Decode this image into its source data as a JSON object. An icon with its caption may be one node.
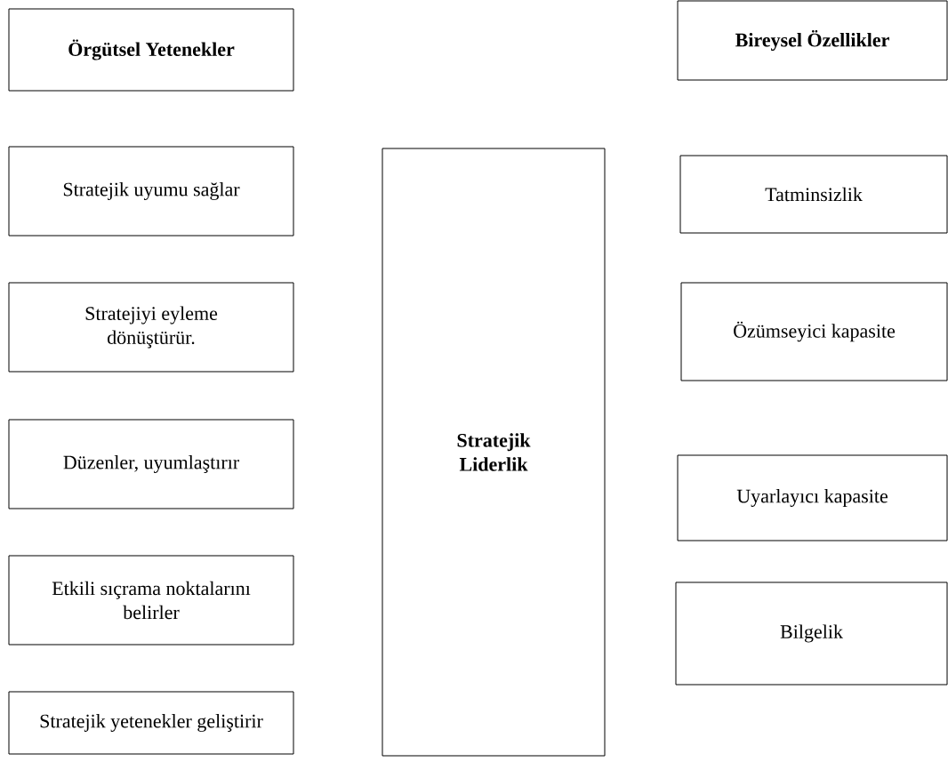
{
  "diagram": {
    "nodes": [
      {
        "text": [
          "Örgütsel Yetenekler"
        ]
      },
      {
        "text": [
          "Stratejik uyumu sağlar"
        ]
      },
      {
        "text": [
          "Stratejiyi eyleme dönüştürür."
        ]
      },
      {
        "text": [
          "Düzenler, uyumlaştırır"
        ]
      },
      {
        "text": [
          "Etkili sıçrama noktalarını belirler"
        ]
      },
      {
        "text": [
          "Stratejik yetenekler geliştirir"
        ]
      },
      {
        "text": [
          "Stratejik Liderlik"
        ]
      },
      {
        "text": [
          "Bireysel Özellikler"
        ]
      },
      {
        "text": [
          "Tatminsizlik"
        ]
      },
      {
        "text": [
          "Özümseyici kapasite"
        ]
      },
      {
        "text": [
          "Uyarlayıcı kapasite"
        ]
      },
      {
        "text": [
          "Bilgelik"
        ]
      }
    ]
  }
}
